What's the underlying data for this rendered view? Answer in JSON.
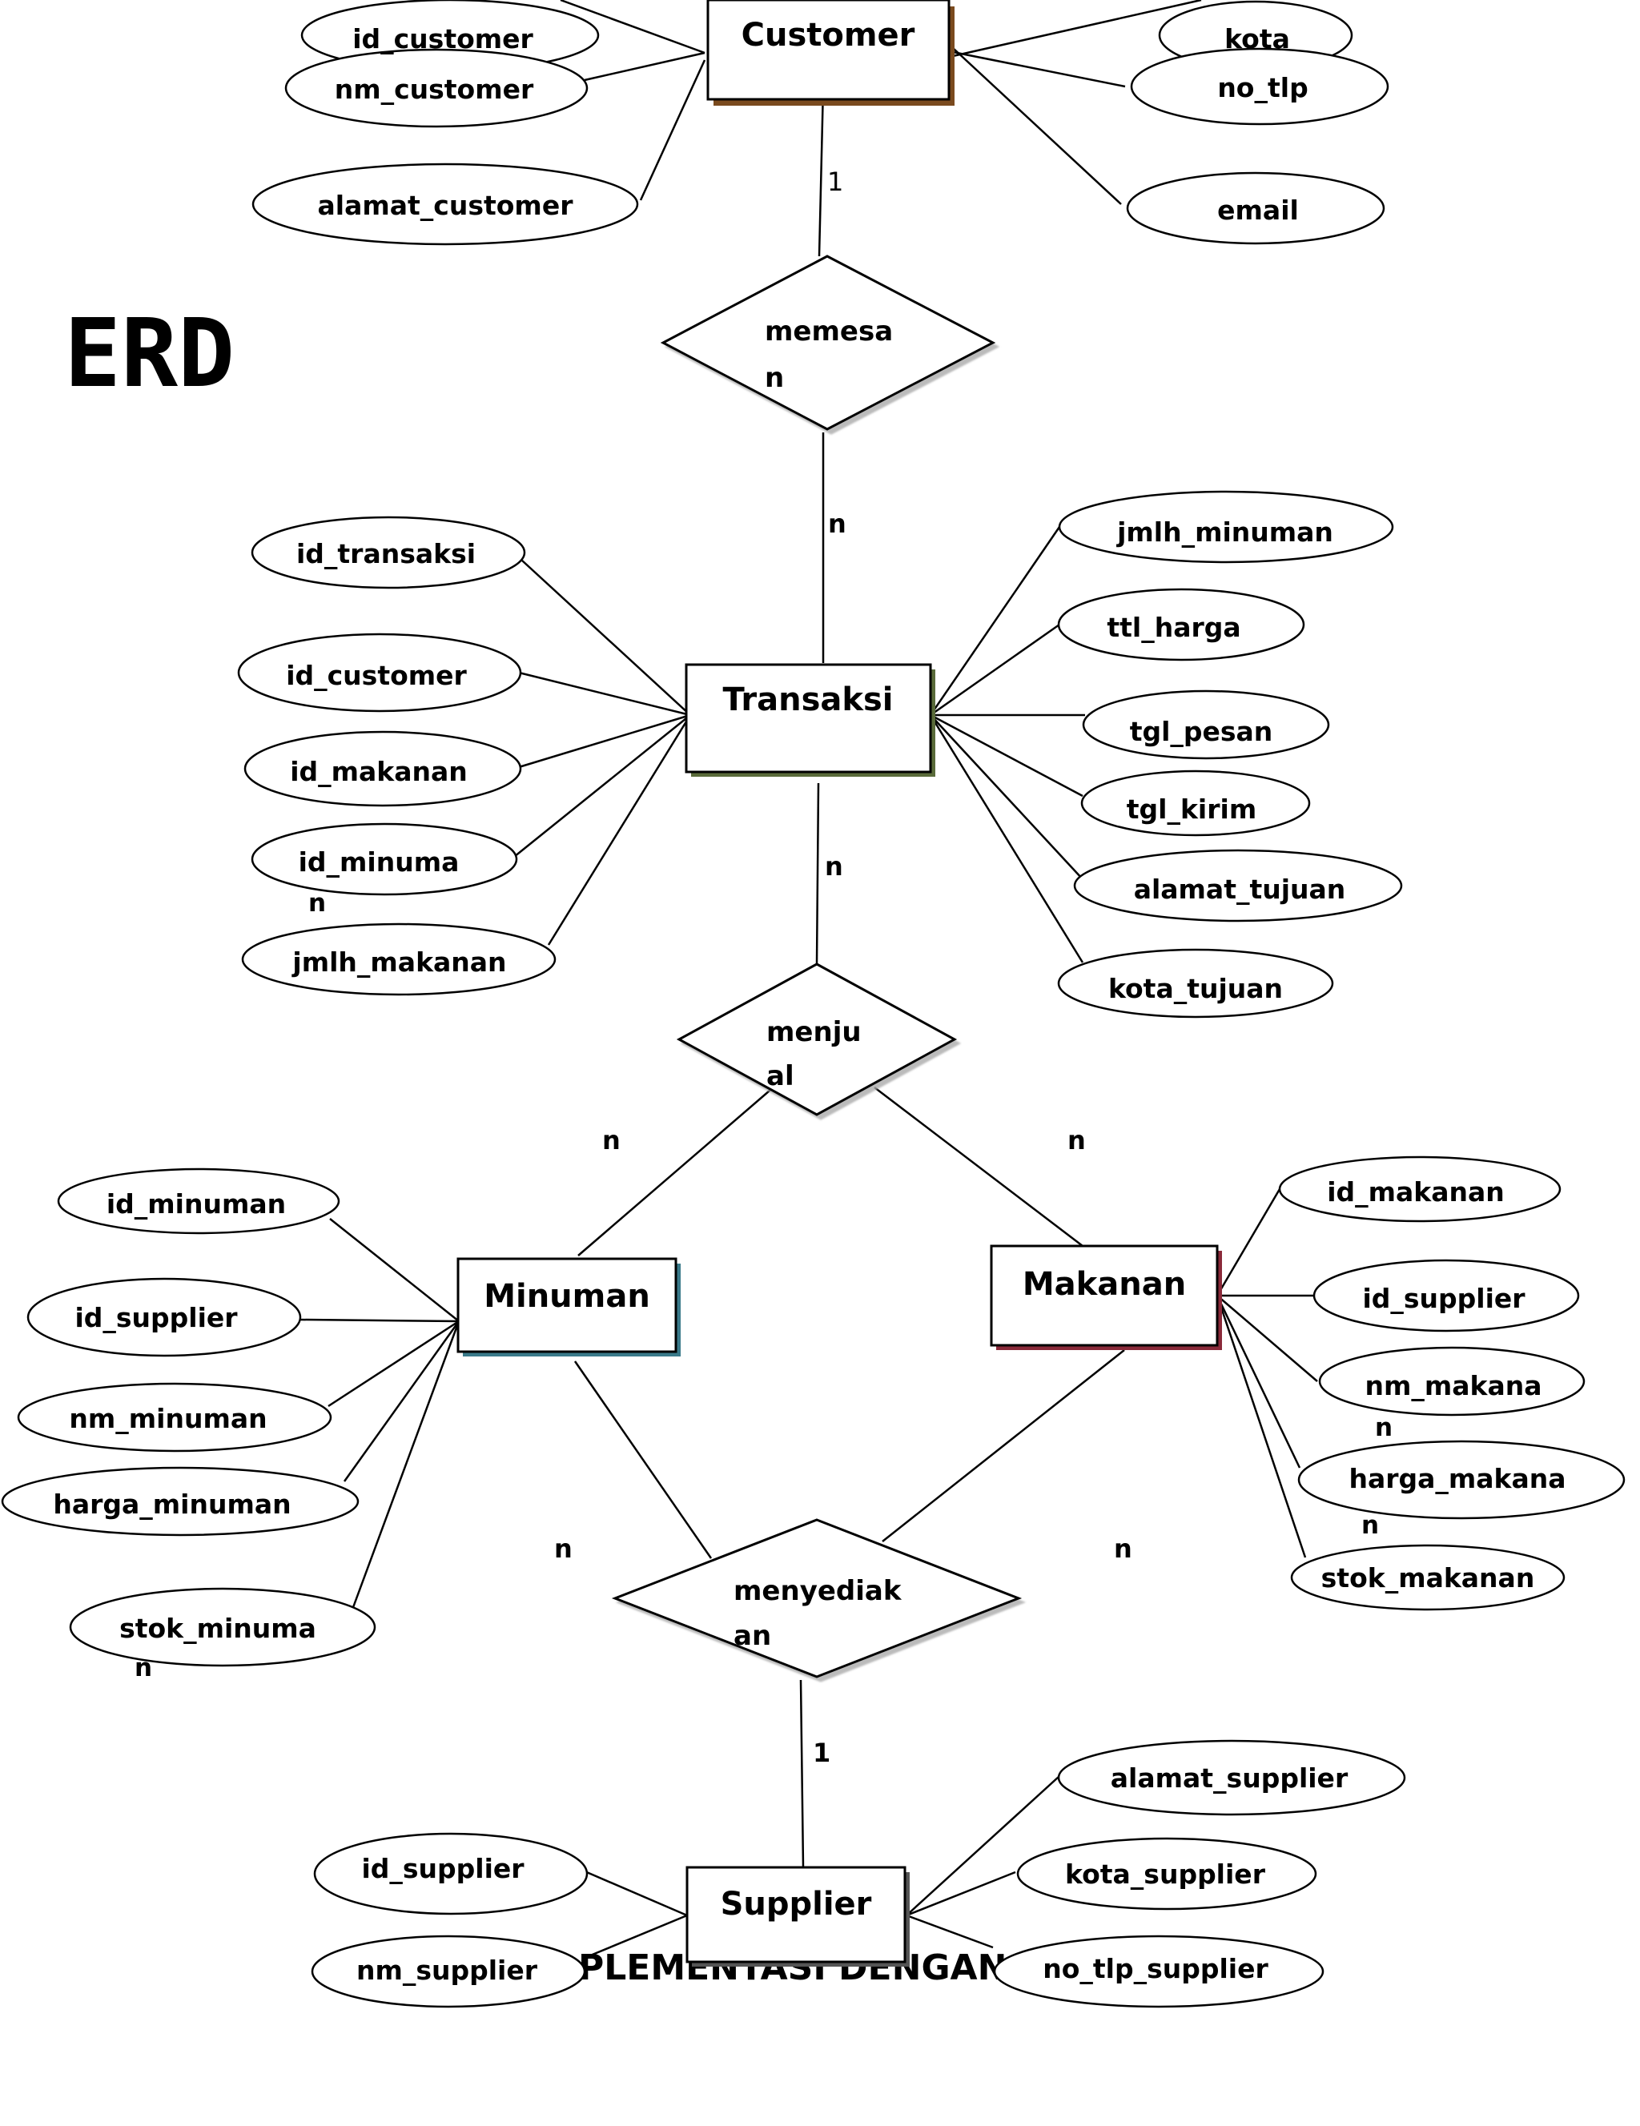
{
  "page": {
    "title": "ERD",
    "footer_fragment": "PLEMENTASI DENGAN I"
  },
  "entities": [
    {
      "key": "customer",
      "label": "Customer"
    },
    {
      "key": "transaksi",
      "label": "Transaksi"
    },
    {
      "key": "minuman",
      "label": "Minuman"
    },
    {
      "key": "makanan",
      "label": "Makanan"
    },
    {
      "key": "supplier",
      "label": "Supplier"
    }
  ],
  "relationships": [
    {
      "key": "memesan",
      "line1": "memesa",
      "line2": "n"
    },
    {
      "key": "menjual",
      "line1": "menju",
      "line2": "al"
    },
    {
      "key": "menyediakan",
      "line1": "menyediak",
      "line2": "an"
    }
  ],
  "attributes": {
    "customer": [
      "id_customer",
      "nm_customer",
      "alamat_customer",
      "kota",
      "no_tlp",
      "email"
    ],
    "transaksi": [
      "id_transaksi",
      "id_customer",
      "id_makanan",
      "id_minuma",
      "jmlh_makanan",
      "jmlh_minuman",
      "ttl_harga",
      "tgl_pesan",
      "tgl_kirim",
      "alamat_tujuan",
      "kota_tujuan"
    ],
    "minuman": [
      "id_minuman",
      "id_supplier",
      "nm_minuman",
      "harga_minuman",
      "stok_minuma"
    ],
    "makanan": [
      "id_makanan",
      "id_supplier",
      "nm_makana",
      "harga_makana",
      "stok_makanan"
    ],
    "supplier": [
      "id_supplier",
      "nm_supplier",
      "alamat_supplier",
      "kota_supplier",
      "no_tlp_supplier"
    ]
  },
  "attribute_overflow": [
    "n",
    "n",
    "n",
    "n"
  ],
  "cardinalities": [
    "1",
    "n",
    "n",
    "n",
    "n",
    "n",
    "n",
    "1"
  ]
}
